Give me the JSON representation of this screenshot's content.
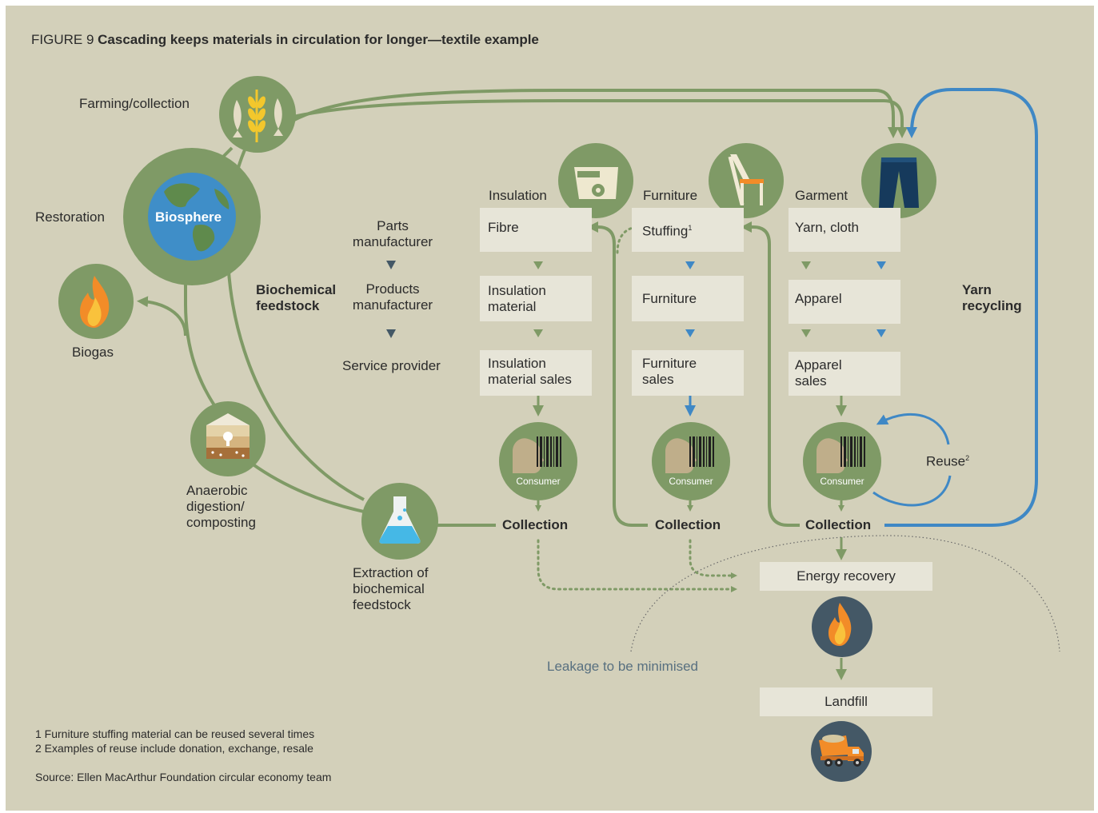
{
  "figure": {
    "label": "FIGURE 9",
    "title": "Cascading keeps materials in circulation for longer—textile example"
  },
  "biological_cycle": {
    "farming": "Farming/collection",
    "restoration": "Restoration",
    "biosphere": "Biosphere",
    "biogas": "Biogas",
    "anaerobic": "Anaerobic digestion/ composting",
    "extraction": "Extraction of biochemical feedstock",
    "biochemical_feedstock": "Biochemical feedstock"
  },
  "value_chain": {
    "parts": "Parts manufacturer",
    "products": "Products manufacturer",
    "service": "Service provider"
  },
  "columns": {
    "insulation": {
      "header": "Insulation",
      "steps": [
        "Fibre",
        "Insulation material",
        "Insulation material sales"
      ],
      "consumer": "Consumer",
      "collection": "Collection"
    },
    "furniture": {
      "header": "Furniture",
      "stuffing": "Stuffing",
      "stuffing_note": "1",
      "steps": [
        "Furniture",
        "Furniture sales"
      ],
      "consumer": "Consumer",
      "collection": "Collection"
    },
    "garment": {
      "header": "Garment",
      "steps": [
        "Yarn, cloth",
        "Apparel",
        "Apparel sales"
      ],
      "consumer": "Consumer",
      "collection": "Collection"
    }
  },
  "reuse": {
    "label": "Reuse",
    "note": "2"
  },
  "yarn_recycling": "Yarn recycling",
  "energy_recovery": "Energy recovery",
  "landfill": "Landfill",
  "leakage": "Leakage to be minimised",
  "footnotes": [
    "1 Furniture stuffing material can be reused several times",
    "2 Examples of reuse include donation, exchange, resale"
  ],
  "source": "Source: Ellen MacArthur Foundation circular economy team",
  "colors": {
    "background": "#d3d0ba",
    "green": "#7f9a66",
    "dark_green": "#5d7a48",
    "blue": "#3f88c5",
    "box": "#e7e5d8",
    "dark_node": "#445866",
    "flame": "#f28c28"
  },
  "icons": [
    "crops-icon",
    "globe-icon",
    "flame-icon",
    "compost-icon",
    "flask-icon",
    "insulation-icon",
    "chair-icon",
    "jeans-icon",
    "consumer-icon",
    "truck-icon"
  ]
}
